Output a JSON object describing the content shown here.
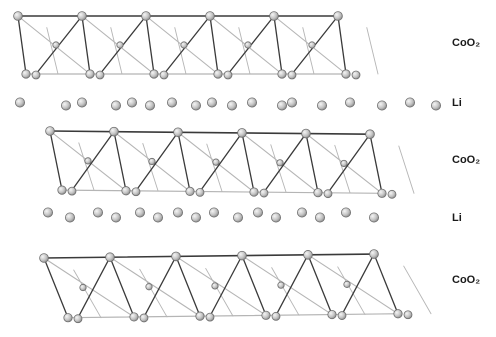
{
  "labels": {
    "layer_1": "CoO₂",
    "layer_2": "Li",
    "layer_3": "CoO₂",
    "layer_4": "Li",
    "layer_5": "CoO₂"
  },
  "colors": {
    "atom_fill": "#c9c9c9",
    "atom_stroke": "#6e6e6e",
    "edge_dark": "#3a3a3a",
    "edge_light": "#b5b5b5"
  }
}
